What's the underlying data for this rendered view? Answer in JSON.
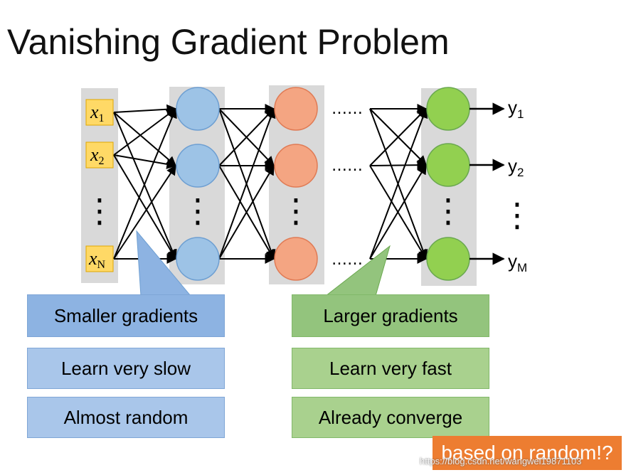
{
  "title": "Vanishing Gradient Problem",
  "inputs": [
    {
      "var": "x",
      "sub": "1"
    },
    {
      "var": "x",
      "sub": "2"
    },
    {
      "var": "x",
      "sub": "N"
    }
  ],
  "outputs": [
    {
      "var": "y",
      "sub": "1"
    },
    {
      "var": "y",
      "sub": "2"
    },
    {
      "var": "y",
      "sub": "M"
    }
  ],
  "ellipsis_vertical": "⋮",
  "ellipsis_horizontal": "……",
  "left_callout": {
    "pointer": "Smaller gradients",
    "items": [
      "Learn very slow",
      "Almost random"
    ]
  },
  "right_callout": {
    "pointer": "Larger gradients",
    "items": [
      "Learn very fast",
      "Already converge"
    ]
  },
  "note": "based on random!?",
  "watermark": "https://blog.csdn.net/wangwei19871103",
  "colors": {
    "input_box": "#ffd966",
    "layer1": "#9dc3e6",
    "layer2": "#f4a582",
    "layer_last": "#92d050",
    "column_bg": "#d9d9d9",
    "blue_box": "#8db3e2",
    "green_box": "#93c47d",
    "note_bg": "#ed7d31"
  }
}
